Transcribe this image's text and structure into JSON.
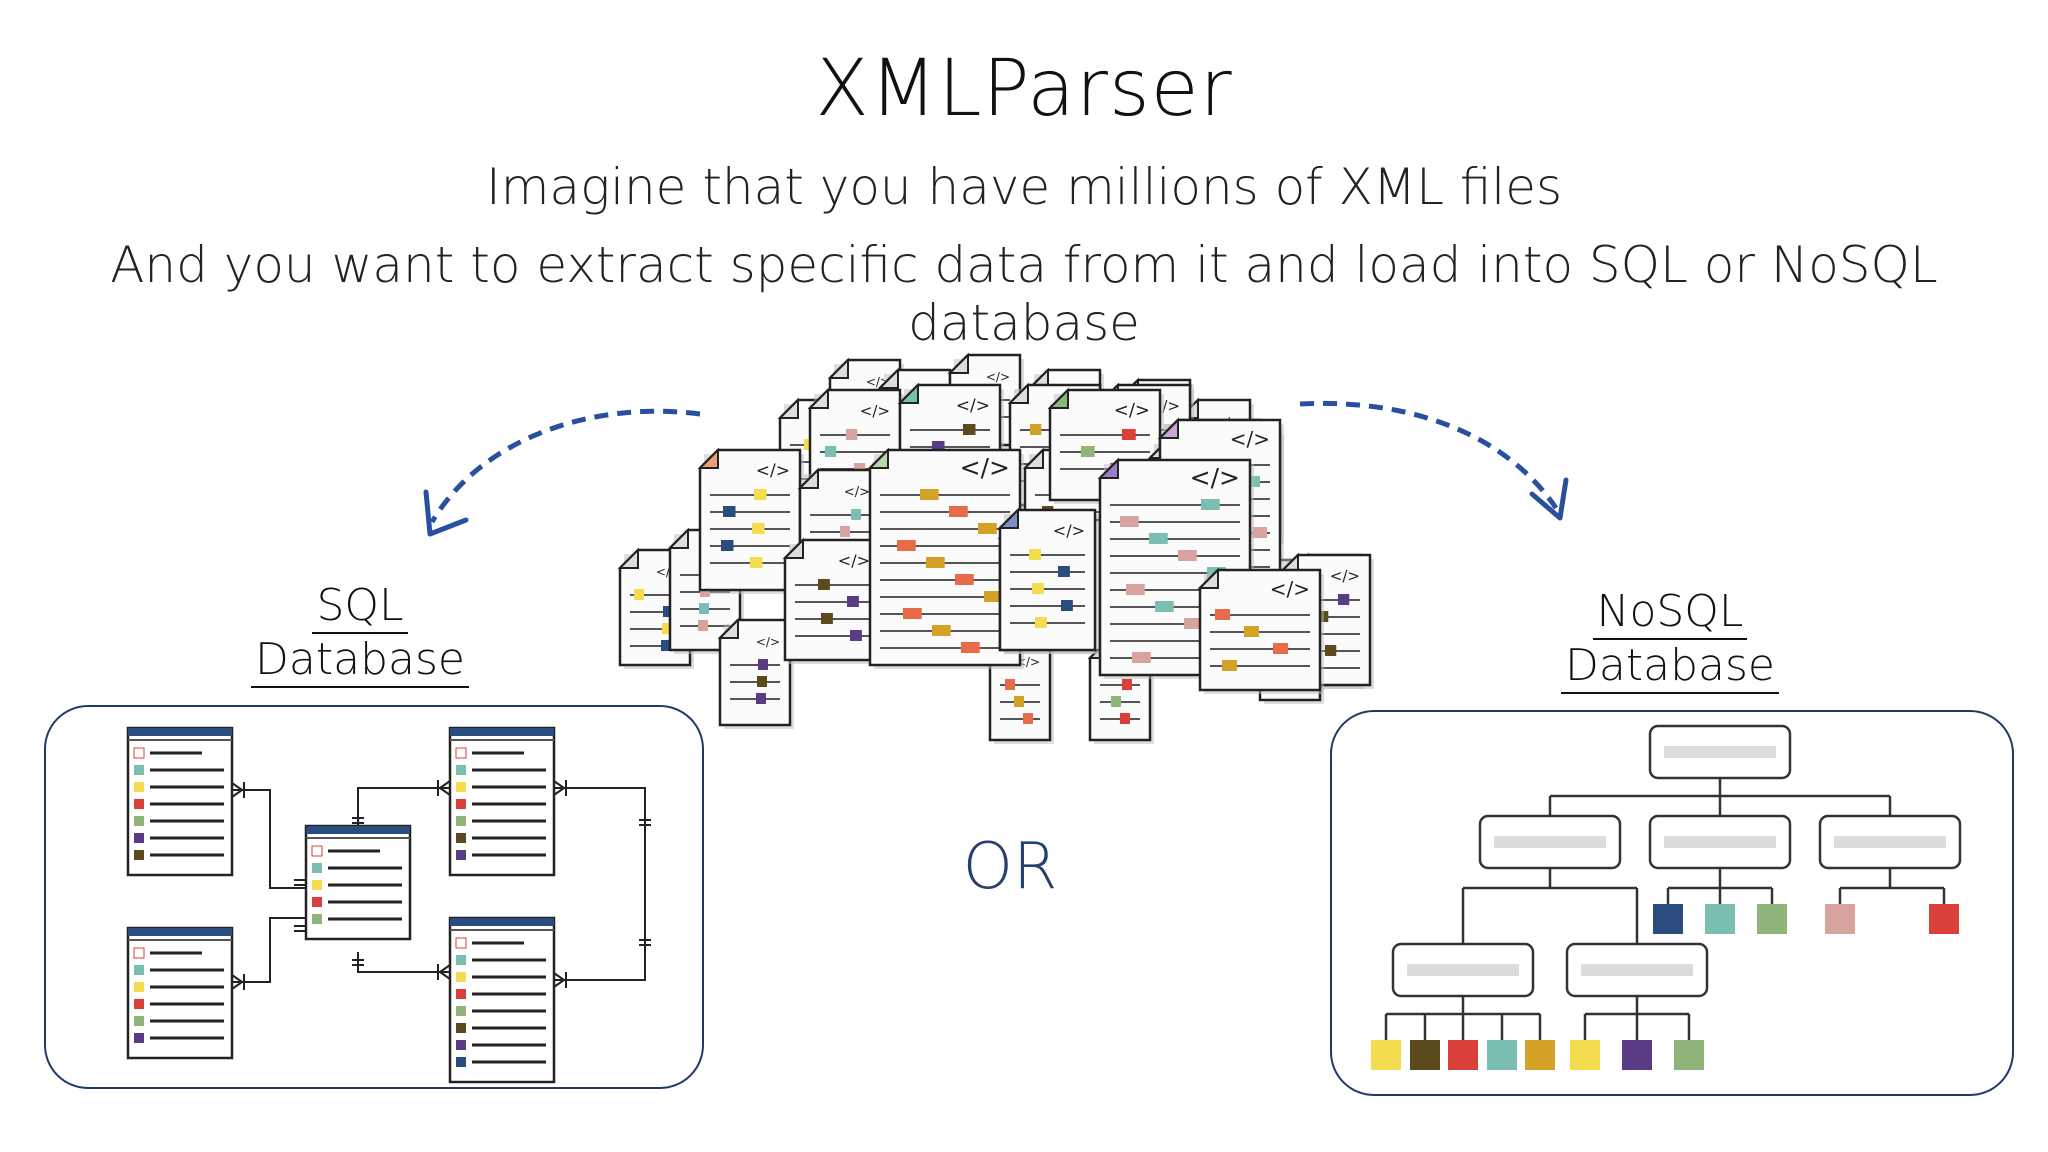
{
  "header": {
    "title": "XMLParser",
    "line1": "Imagine that you have millions of XML files",
    "line2": "And you want to extract specific data from it and load into SQL or NoSQL database"
  },
  "sql": {
    "label_line1": "SQL",
    "label_line2": "Database"
  },
  "nosql": {
    "label_line1": "NoSQL",
    "label_line2": "Database"
  },
  "or_label": "OR",
  "doc_icon_text": "</>",
  "icons": {
    "xml_files": "xml-document-stack-icon",
    "sql_schema": "relational-tables-icon",
    "nosql_tree": "document-tree-icon"
  },
  "colors": {
    "accent_navy": "#1f3a66",
    "arrow_blue": "#2a4f9e",
    "swatches": [
      "#f4dc4f",
      "#5a4a1e",
      "#d9403a",
      "#7bbfb3",
      "#d4a227",
      "#2b4c7e",
      "#5a3b86",
      "#8fb57a",
      "#d8a39e",
      "#e86c4a"
    ]
  }
}
